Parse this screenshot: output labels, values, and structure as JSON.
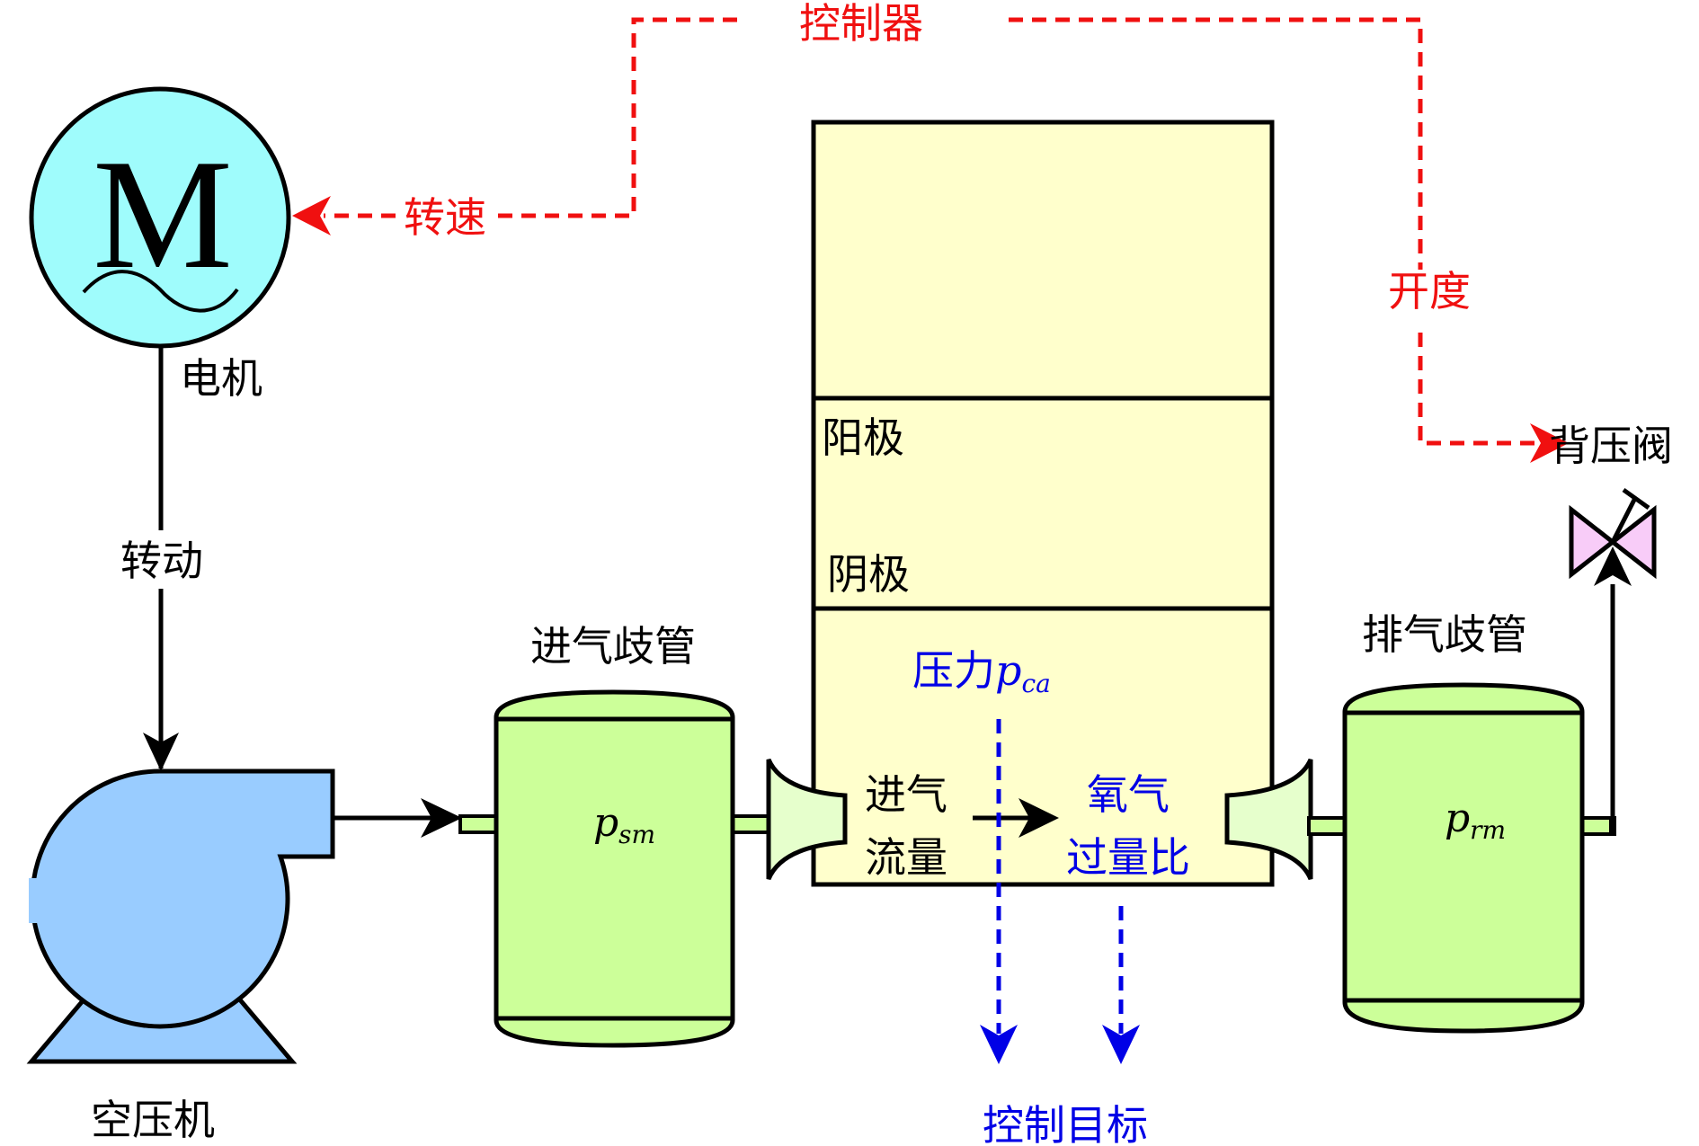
{
  "title": "PEMFC air supply system control schematic",
  "colors": {
    "motor_fill": "#9ffcfc",
    "compressor_fill": "#99ccff",
    "tank_fill": "#ccff99",
    "nozzle_fill": "#e6ffcc",
    "stack_fill": "#ffffcc",
    "valve_fill": "#f8ccf8",
    "control_signal": "#f01010",
    "control_target": "#0000e6",
    "line": "#000000"
  },
  "controller": {
    "label": "控制器"
  },
  "motor": {
    "symbol": "M",
    "label": "电机",
    "signal_label": "转速"
  },
  "shaft": {
    "label": "转动"
  },
  "compressor": {
    "label": "空压机"
  },
  "supply_manifold": {
    "label": "进气歧管",
    "var_main": "p",
    "var_sub": "sm"
  },
  "stack": {
    "anode_label": "阳极",
    "cathode_label": "阴极",
    "pressure_label": "压力",
    "pressure_var_main": "p",
    "pressure_var_sub": "ca",
    "inflow_line1": "进气",
    "inflow_line2": "流量",
    "oer_line1": "氧气",
    "oer_line2": "过量比"
  },
  "return_manifold": {
    "label": "排气歧管",
    "var_main": "p",
    "var_sub": "rm"
  },
  "valve": {
    "label": "背压阀",
    "signal_label": "开度"
  },
  "targets": {
    "label": "控制目标"
  }
}
